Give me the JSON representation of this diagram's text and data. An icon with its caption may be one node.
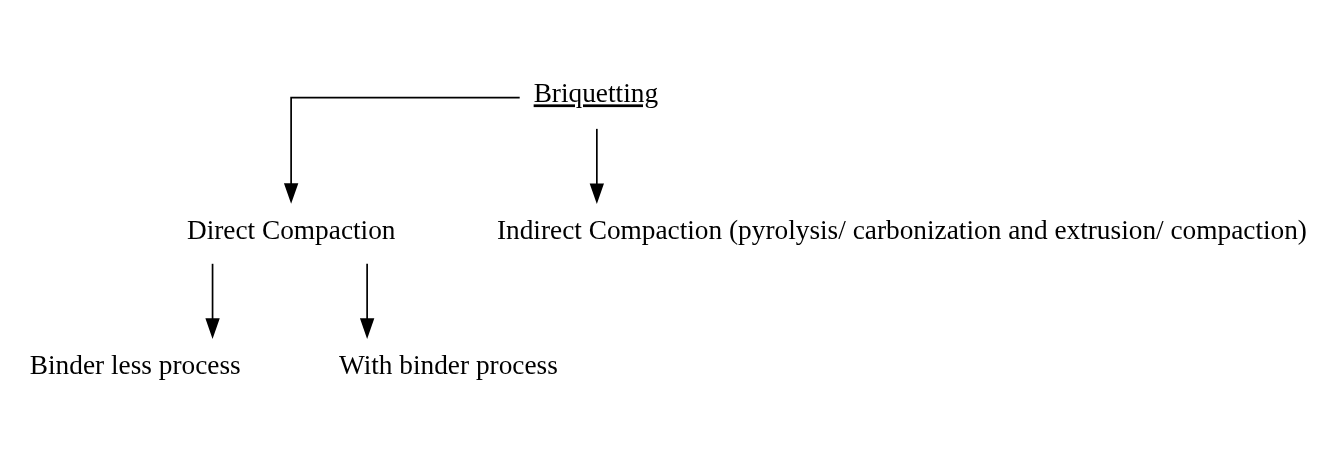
{
  "diagram": {
    "nodes": [
      {
        "text": [
          "Briquetting"
        ]
      },
      {
        "text": [
          "Direct Compaction"
        ]
      },
      {
        "text": [
          "Indirect Compaction (pyrolysis/ carbonization and extrusion/ compaction)"
        ]
      },
      {
        "text": [
          "Binder less process"
        ]
      },
      {
        "text": [
          "With binder process"
        ]
      }
    ],
    "edges": [
      {
        "from": 0,
        "to": 1,
        "arrow": "to"
      },
      {
        "from": 0,
        "to": 2,
        "arrow": "to"
      },
      {
        "from": 1,
        "to": 3,
        "arrow": "to"
      },
      {
        "from": 1,
        "to": 4,
        "arrow": "to"
      }
    ]
  }
}
